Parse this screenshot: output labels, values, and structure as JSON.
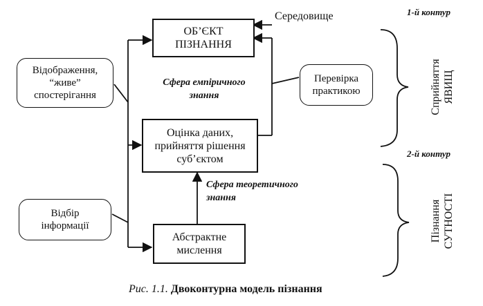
{
  "boxes": {
    "object": [
      "ОБ’ЄКТ",
      "ПІЗНАННЯ"
    ],
    "evaluation": [
      "Оцінка даних,",
      "прийняття рішення",
      "суб’єктом"
    ],
    "abstract": [
      "Абстрактне",
      "мислення"
    ]
  },
  "bubbles": {
    "reflection": [
      "Відображення,",
      "“живе”",
      "спостерігання"
    ],
    "practice": [
      "Перевірка",
      "практикою"
    ],
    "selection": [
      "Відбір",
      "інформації"
    ]
  },
  "labels": {
    "environment": "Середовище",
    "empirical": [
      "Сфера емпіричного",
      "знання"
    ],
    "theoretical": [
      "Сфера теоретичного",
      "знання"
    ]
  },
  "contours": {
    "first": "1-й контур",
    "second": "2-й контур"
  },
  "side_labels": {
    "perception": [
      "Сприйняття",
      "ЯВИЩ"
    ],
    "cognition": [
      "Пізнання",
      "СУТНОСТІ"
    ]
  },
  "caption": {
    "prefix": "Рис. 1.1.",
    "title": "Двоконтурна модель пізнання"
  }
}
